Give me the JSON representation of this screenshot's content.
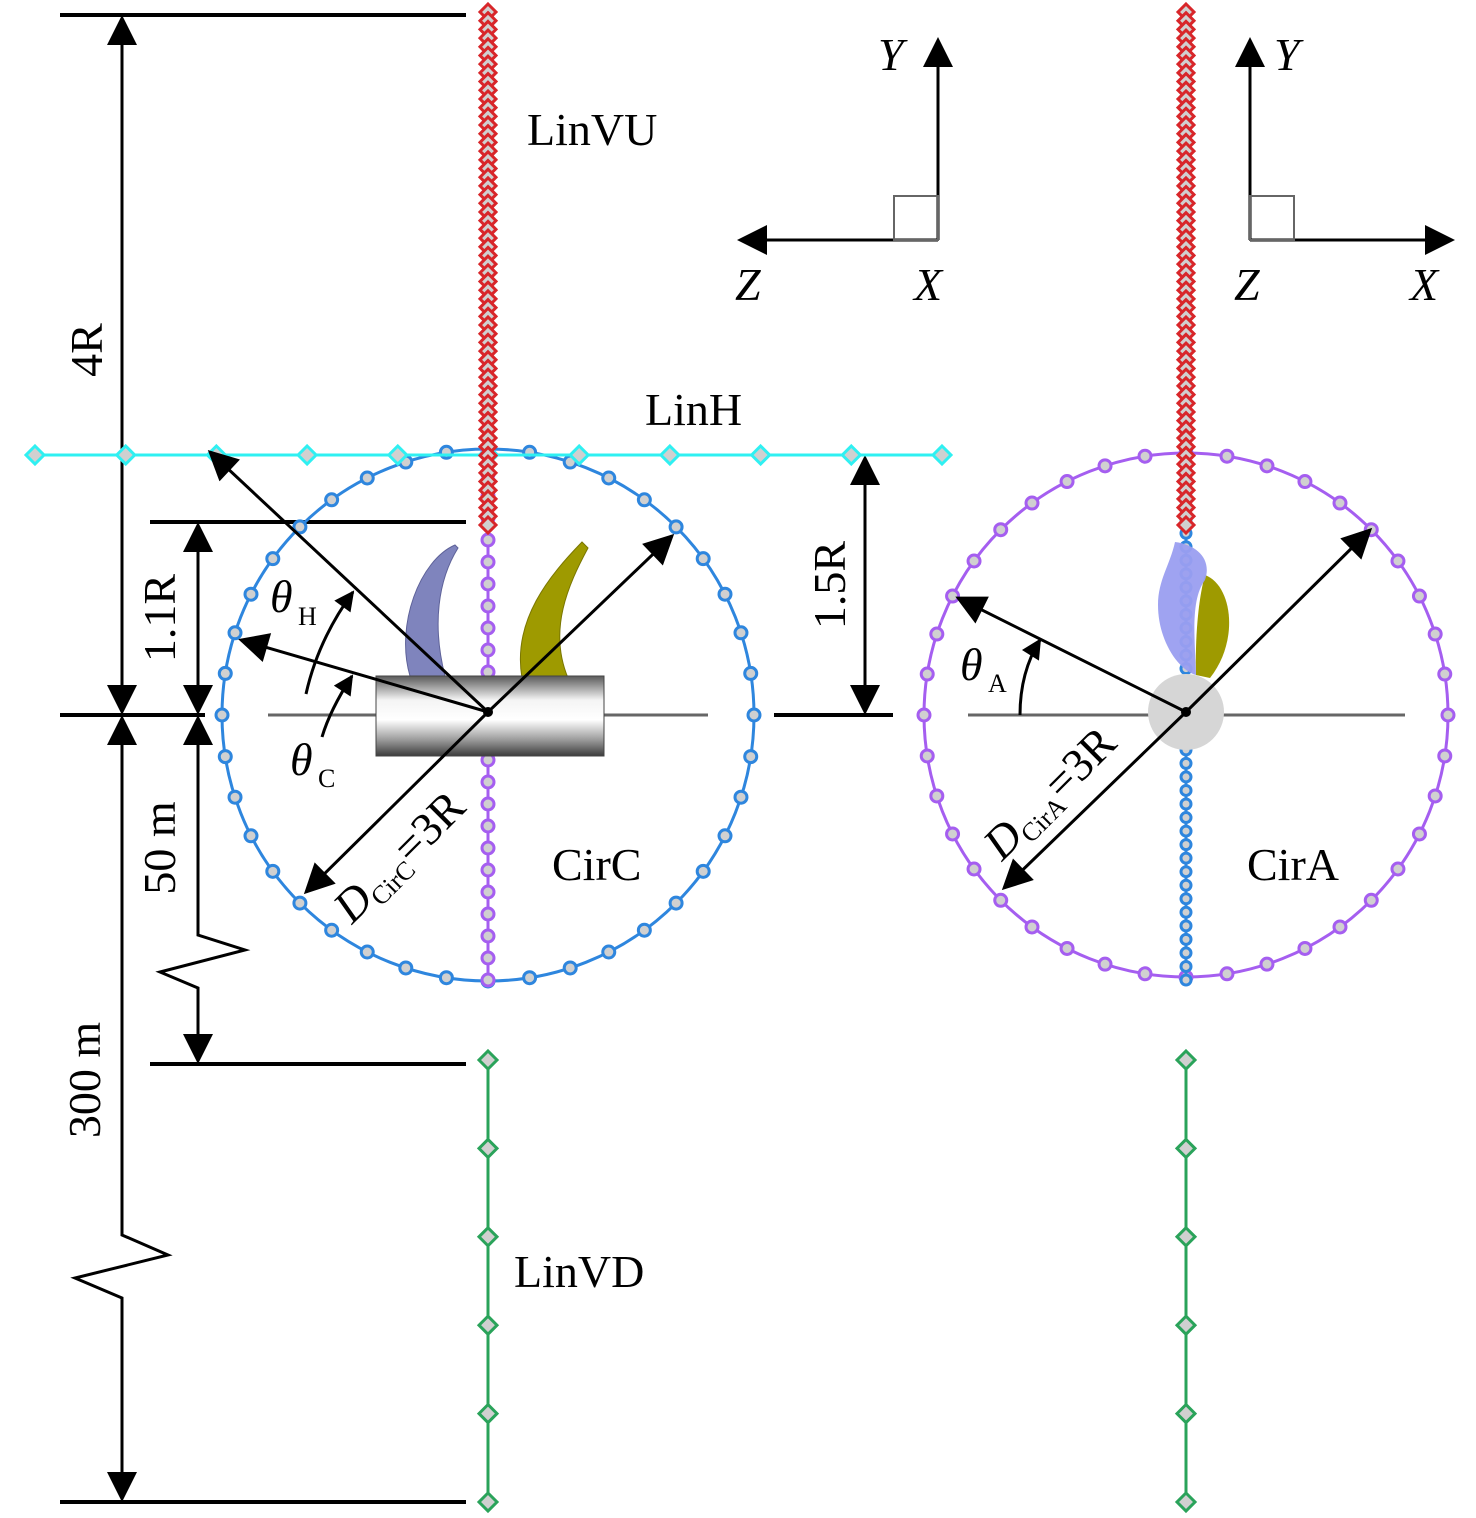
{
  "colors": {
    "linvu": "#d8262a",
    "linh": "#2ff0f2",
    "cirC": "#2e86de",
    "cirA": "#a55ef0",
    "linvd": "#2aa35a",
    "marker_fill": "#d0d0d0",
    "blade_left": "#7f84bd",
    "blade_right": "#9e9a00"
  },
  "labels": {
    "linvu": "LinVU",
    "linh": "LinH",
    "linvd": "LinVD",
    "cirC": "CirC",
    "cirA": "CirA"
  },
  "dimensions": {
    "four_r": "4R",
    "one_one_r": "1.1R",
    "one_five_r": "1.5R",
    "fifty_m": "50 m",
    "three_hundred_m": "300 m",
    "d_circ": "D",
    "d_circ_sub": "CirC",
    "d_circ_val": "=3R",
    "d_cira": "D",
    "d_cira_sub": "CirA",
    "d_cira_val": "=3R"
  },
  "angles": {
    "theta_h": "θ",
    "theta_h_sub": "H",
    "theta_c": "θ",
    "theta_c_sub": "C",
    "theta_a": "θ",
    "theta_a_sub": "A"
  },
  "axes_left": {
    "y": "Y",
    "z": "Z",
    "x": "X"
  },
  "axes_right": {
    "y": "Y",
    "z": "Z",
    "x": "X"
  }
}
